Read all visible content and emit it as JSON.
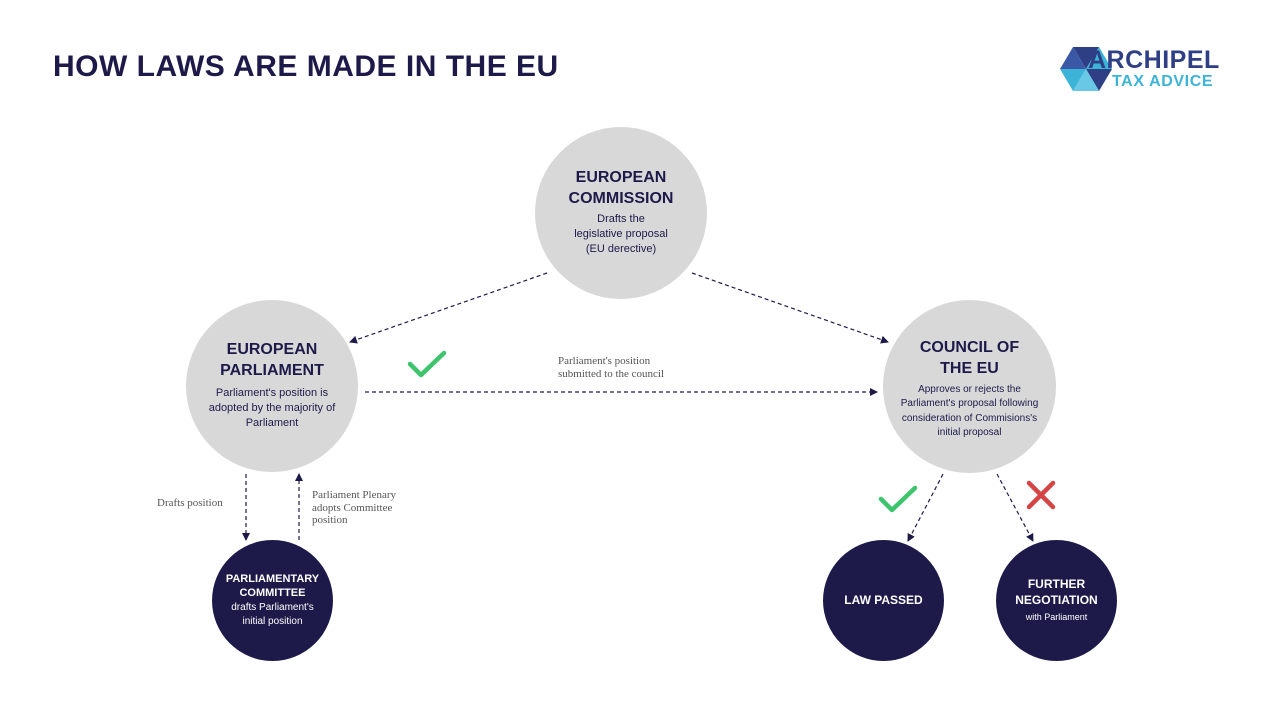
{
  "header": {
    "title": "HOW LAWS ARE MADE IN THE EU"
  },
  "logo": {
    "name": "ARCHIPEL",
    "tagline": "TAX ADVICE",
    "colors": {
      "primary": "#2e3f86",
      "accent": "#3cb4d8"
    }
  },
  "nodes": {
    "commission": {
      "title_line1": "EUROPEAN",
      "title_line2": "COMMISSION",
      "desc_line1": "Drafts the",
      "desc_line2": "legislative proposal",
      "desc_line3": "(EU derective)"
    },
    "parliament": {
      "title_line1": "EUROPEAN",
      "title_line2": "PARLIAMENT",
      "desc": "Parliament's position is adopted by the majority of Parliament"
    },
    "council": {
      "title_line1": "COUNCIL OF",
      "title_line2": "THE EU",
      "desc": "Approves or rejects the Parliament's proposal following consideration of Commisions's initial proposal"
    },
    "committee": {
      "title_line1": "PARLIAMENTARY",
      "title_line2": "COMMITTEE",
      "desc": "drafts Parliament's initial position"
    },
    "law_passed": {
      "title": "LAW PASSED"
    },
    "negotiation": {
      "title_line1": "FURTHER",
      "title_line2": "NEGOTIATION",
      "desc": "with Parliament"
    }
  },
  "edge_labels": {
    "submitted_line1": "Parliament's position",
    "submitted_line2": "submitted to the council",
    "drafts_position": "Drafts position",
    "plenary_line1": "Parliament Plenary",
    "plenary_line2": "adopts Committee",
    "plenary_line3": "position"
  },
  "icons": {
    "approve": "check-icon",
    "reject": "cross-icon"
  },
  "colors": {
    "dark_node": "#1d1a4a",
    "light_node": "#d8d8d8",
    "check": "#3ec46d",
    "cross": "#d64545",
    "connector": "#1d1a4a"
  }
}
